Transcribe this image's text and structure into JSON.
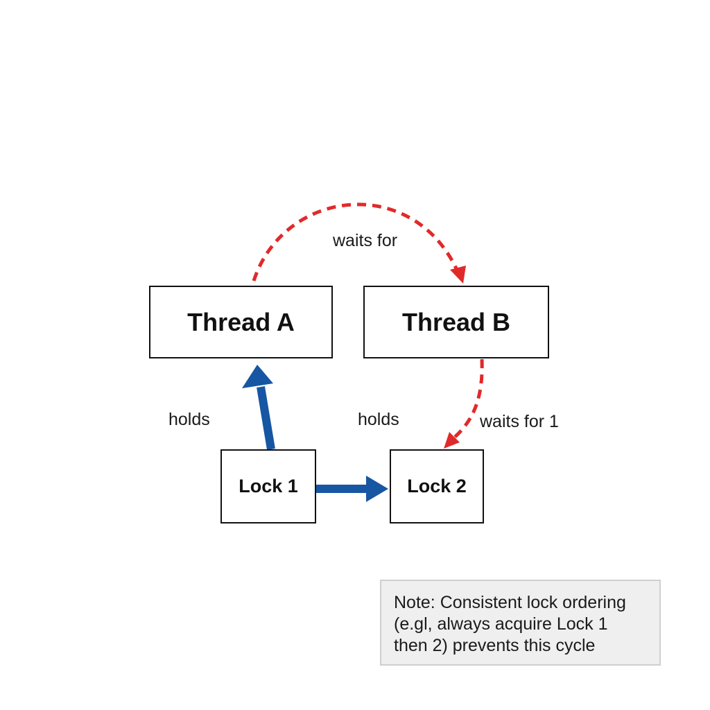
{
  "nodes": {
    "thread_a": "Thread A",
    "thread_b": "Thread B",
    "lock_1": "Lock 1",
    "lock_2": "Lock 2"
  },
  "edge_labels": {
    "waits_for_top": "waits for",
    "holds_left": "holds",
    "holds_middle": "holds",
    "waits_for_right": "waits for 1"
  },
  "note": {
    "lines": [
      "Note: Consistent lock ordering",
      "(e.gl, always acquire Lock 1",
      "then 2) prevents this cycle"
    ]
  },
  "colors": {
    "waits_edge": "#e02a2a",
    "holds_edge": "#1656a3",
    "node_border": "#111111",
    "note_background": "#efefef",
    "note_border": "#cfcfcf"
  },
  "edges": [
    {
      "from": "Thread A",
      "to": "Thread B",
      "relation": "waits for",
      "style": "dashed"
    },
    {
      "from": "Thread B",
      "to": "Lock 2",
      "relation": "waits for 1",
      "style": "dashed"
    },
    {
      "from": "Lock 1",
      "to": "Thread A",
      "relation": "holds",
      "style": "solid"
    },
    {
      "from": "Lock 1",
      "to": "Lock 2",
      "relation": "holds",
      "style": "solid"
    }
  ]
}
